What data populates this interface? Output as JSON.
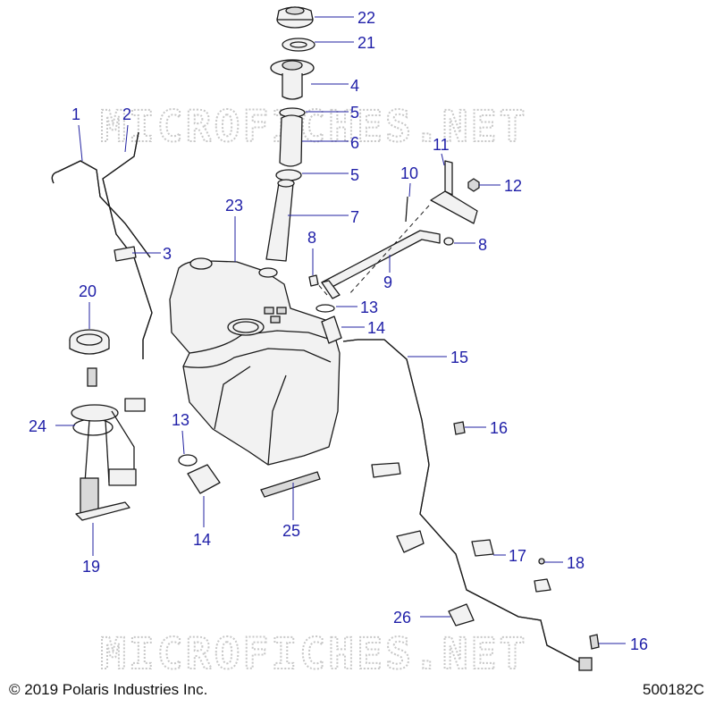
{
  "watermark": "MICROFICHES.NET",
  "footer": {
    "copyright": "© 2019 Polaris Industries Inc.",
    "doc_number": "500182C"
  },
  "callouts": {
    "c1": "1",
    "c2": "2",
    "c3": "3",
    "c4": "4",
    "c5a": "5",
    "c5b": "5",
    "c6": "6",
    "c7": "7",
    "c8a": "8",
    "c8b": "8",
    "c9": "9",
    "c10": "10",
    "c11": "11",
    "c12": "12",
    "c13a": "13",
    "c13b": "13",
    "c14a": "14",
    "c14b": "14",
    "c15": "15",
    "c16a": "16",
    "c16b": "16",
    "c17": "17",
    "c18": "18",
    "c19": "19",
    "c20": "20",
    "c21": "21",
    "c22": "22",
    "c23": "23",
    "c24": "24",
    "c25": "25",
    "c26": "26"
  },
  "colors": {
    "callout": "#1f1fa8",
    "leader": "#2020a0",
    "watermark": "#c8c8c8"
  }
}
